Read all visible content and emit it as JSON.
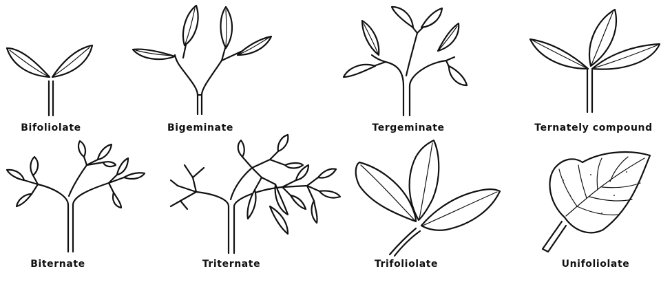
{
  "figure": {
    "labels": {
      "bifoliolate": "Bifoliolate",
      "bigeminate": "Bigeminate",
      "tergeminate": "Tergeminate",
      "ternately_compound": "Ternately compound",
      "biternate": "Biternate",
      "triternate": "Triternate",
      "trifoliolate": "Trifoliolate",
      "unifoliolate": "Unifoliolate"
    }
  }
}
